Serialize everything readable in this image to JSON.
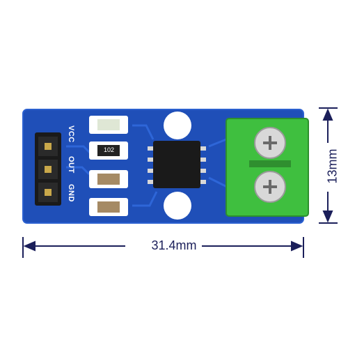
{
  "dimensions": {
    "width_label": "31.4mm",
    "height_label": "13mm"
  },
  "board": {
    "pins": [
      "VCC",
      "OUT",
      "GND"
    ],
    "resistor_code": "102",
    "colors": {
      "pcb": "#1f4fb8",
      "terminal": "#3fbf3f",
      "dimension": "#1b1f5a"
    }
  }
}
